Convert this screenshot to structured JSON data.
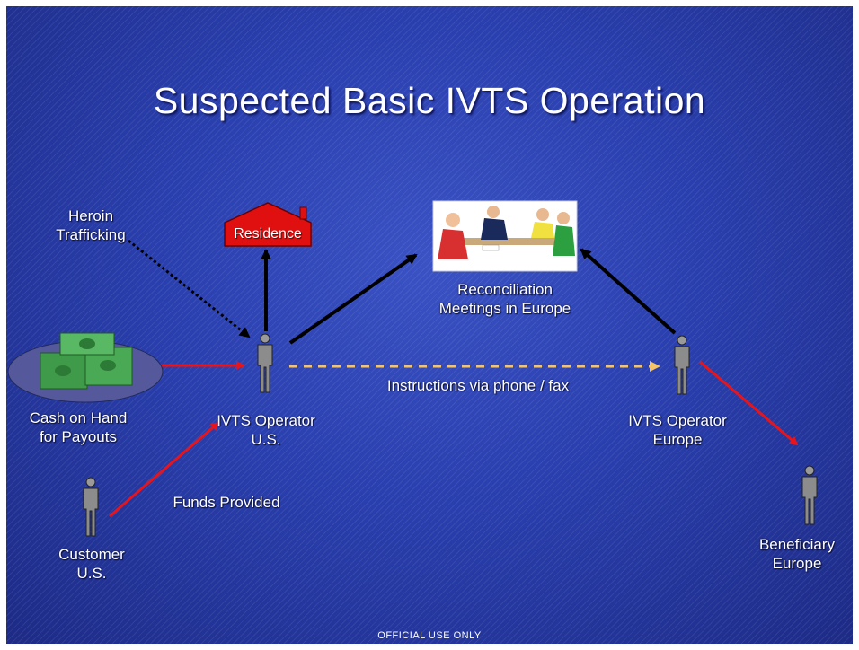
{
  "title": "Suspected Basic IVTS Operation",
  "footer": "OFFICIAL  USE  ONLY",
  "nodes": {
    "heroin": [
      "Heroin",
      "Trafficking"
    ],
    "residence": "Residence",
    "meetings": [
      "Reconciliation",
      "Meetings in Europe"
    ],
    "cash": [
      "Cash on Hand",
      "for Payouts"
    ],
    "operator_us": [
      "IVTS Operator",
      "U.S."
    ],
    "operator_eu": [
      "IVTS Operator",
      "Europe"
    ],
    "customer": [
      "Customer",
      "U.S."
    ],
    "beneficiary": [
      "Beneficiary",
      "Europe"
    ]
  },
  "edges": {
    "instructions": "Instructions via phone / fax",
    "funds": "Funds Provided"
  },
  "colors": {
    "red_arrow": "#e8141b",
    "black_arrow": "#000000",
    "dashed_arrow": "#f5c46a",
    "house": "#e01010",
    "money": "#3fa64a"
  }
}
